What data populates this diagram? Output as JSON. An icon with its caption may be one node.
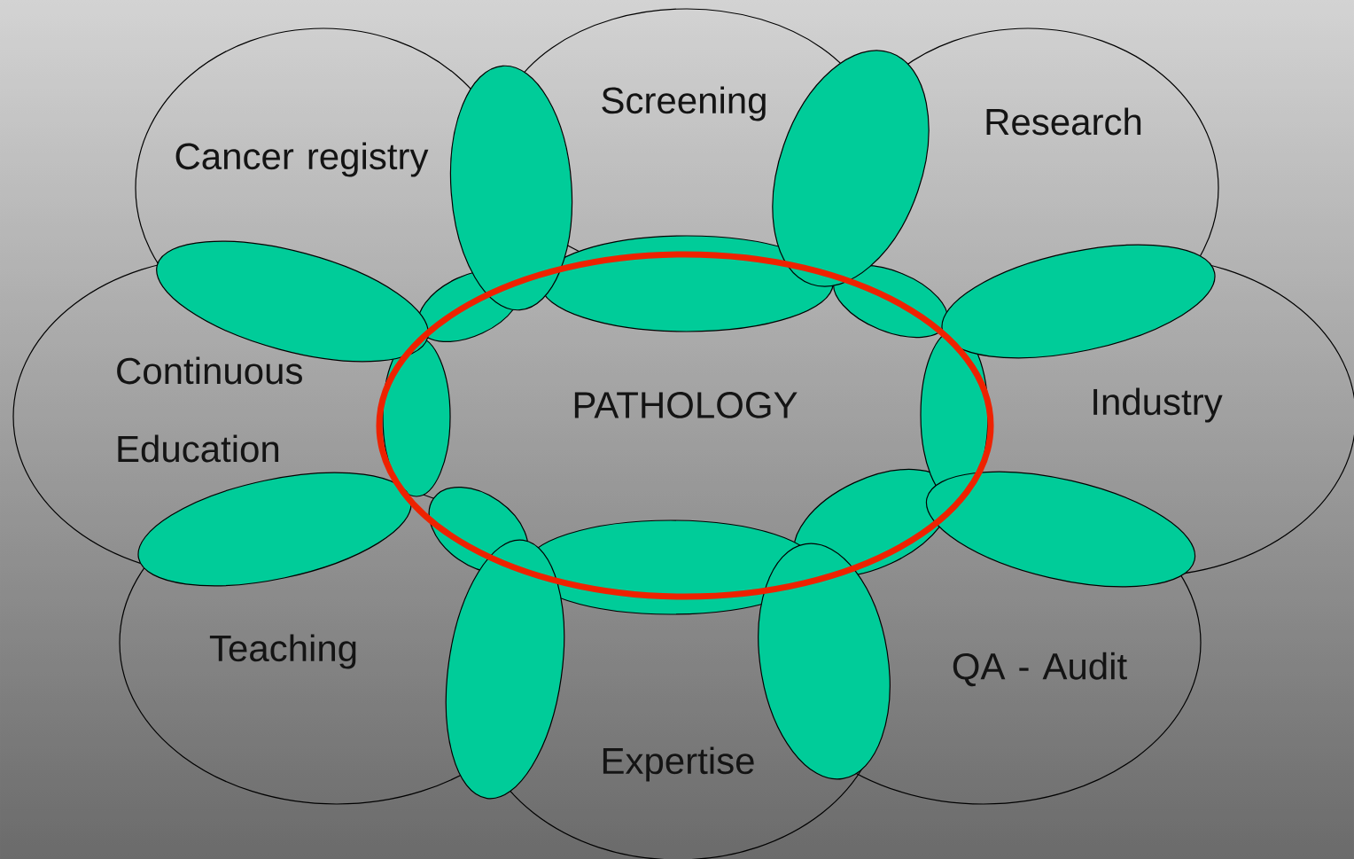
{
  "diagram": {
    "nodes": [
      {
        "text": [
          "Screening"
        ]
      },
      {
        "text": [
          "Research"
        ]
      },
      {
        "text": [
          "Cancer registry"
        ]
      },
      {
        "text": [
          "Continuous Education"
        ]
      },
      {
        "text": [
          "PATHOLOGY"
        ]
      },
      {
        "text": [
          "Industry"
        ]
      },
      {
        "text": [
          "Teaching"
        ]
      },
      {
        "text": [
          "QA - Audit"
        ]
      },
      {
        "text": [
          "Expertise"
        ]
      }
    ],
    "edges": []
  }
}
